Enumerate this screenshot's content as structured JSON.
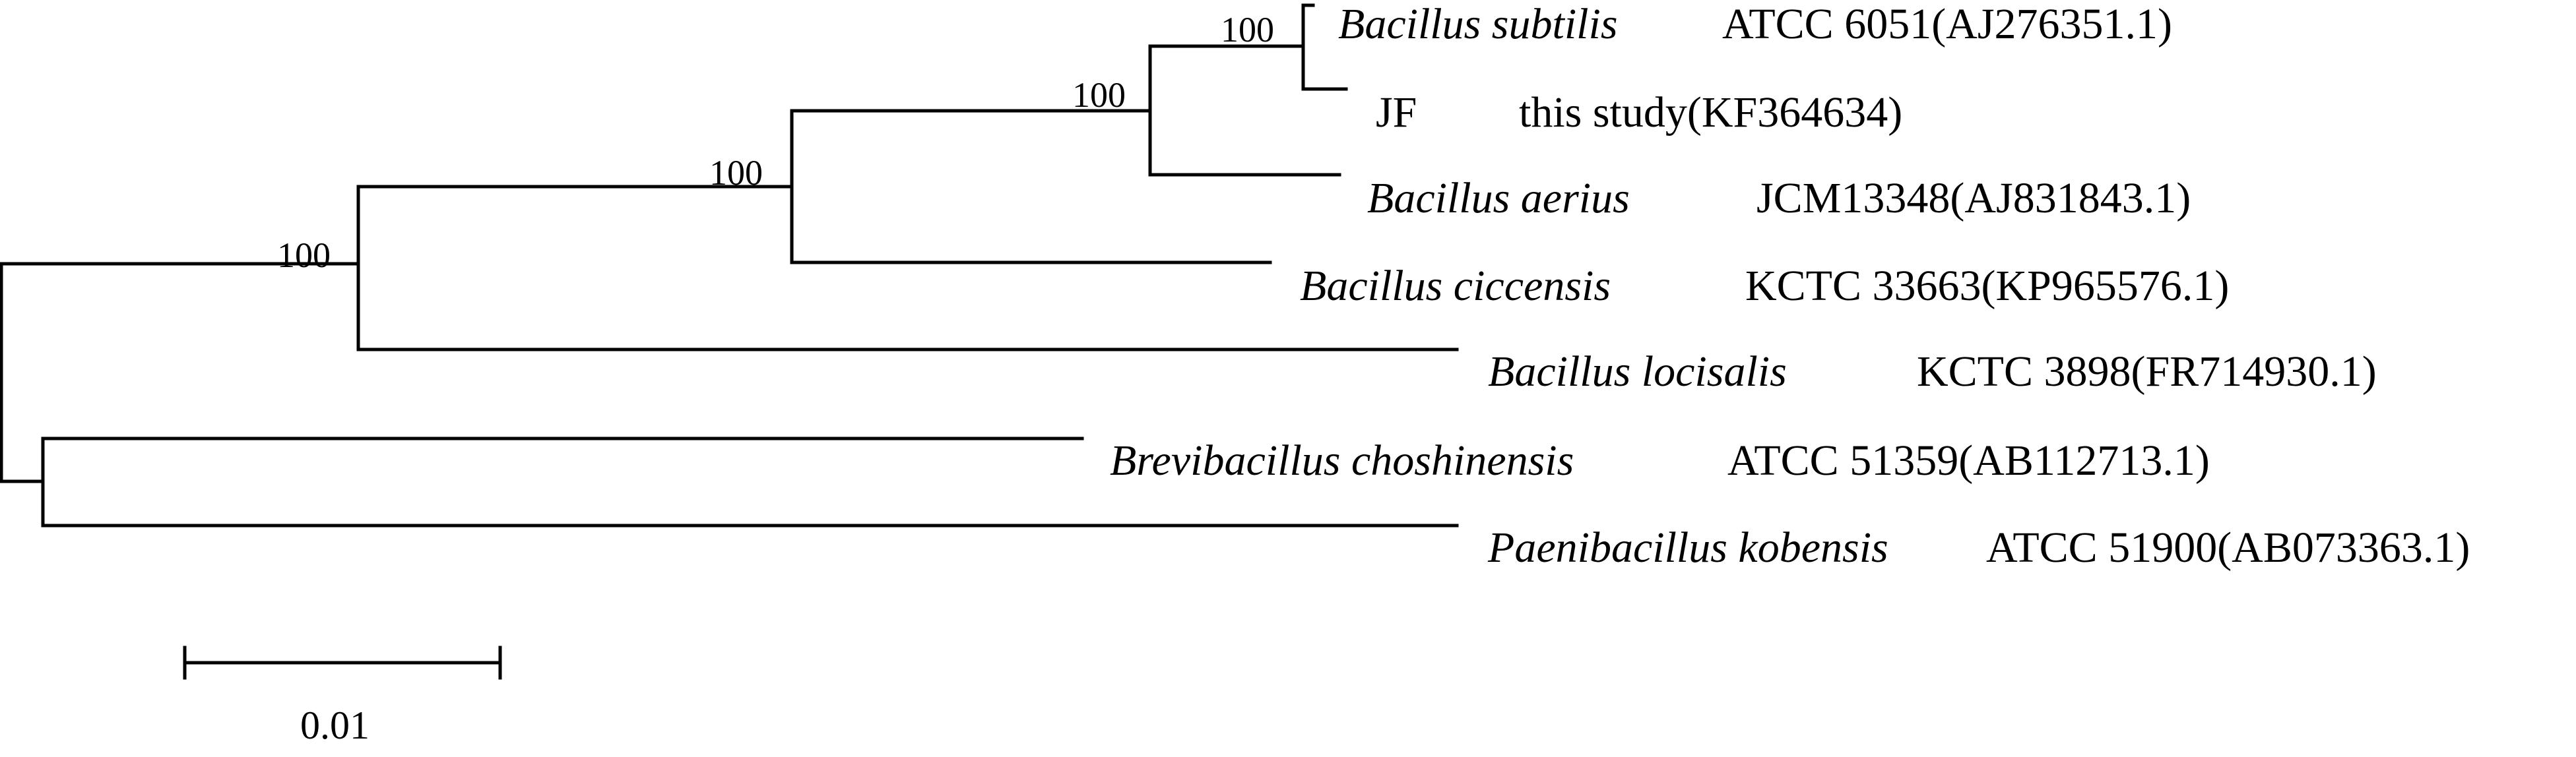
{
  "tree": {
    "leaves": [
      {
        "id": "subtilis",
        "species": "Bacillus subtilis",
        "strain": "ATCC 6051(AJ276351.1)"
      },
      {
        "id": "jf",
        "species": "JF",
        "strain": "this study(KF364634)",
        "species_italic": false
      },
      {
        "id": "aerius",
        "species": "Bacillus aerius",
        "strain": "JCM13348(AJ831843.1)"
      },
      {
        "id": "ciccensis",
        "species": "Bacillus ciccensis",
        "strain": "KCTC 33663(KP965576.1)"
      },
      {
        "id": "locisalis",
        "species": "Bacillus locisalis",
        "strain": "KCTC 3898(FR714930.1)"
      },
      {
        "id": "choshinensis",
        "species": "Brevibacillus choshinensis",
        "strain": "ATCC 51359(AB112713.1)"
      },
      {
        "id": "kobensis",
        "species": "Paenibacillus kobensis",
        "strain": "ATCC 51900(AB073363.1)"
      }
    ],
    "bootstrap_values": [
      {
        "node": "subtilis-jf",
        "value": "100"
      },
      {
        "node": "subtilis-jf-aerius",
        "value": "100"
      },
      {
        "node": "with-ciccensis",
        "value": "100"
      },
      {
        "node": "bacillus-clade",
        "value": "100"
      }
    ],
    "scale_bar": {
      "label": "0.01",
      "value": 0.01
    }
  }
}
